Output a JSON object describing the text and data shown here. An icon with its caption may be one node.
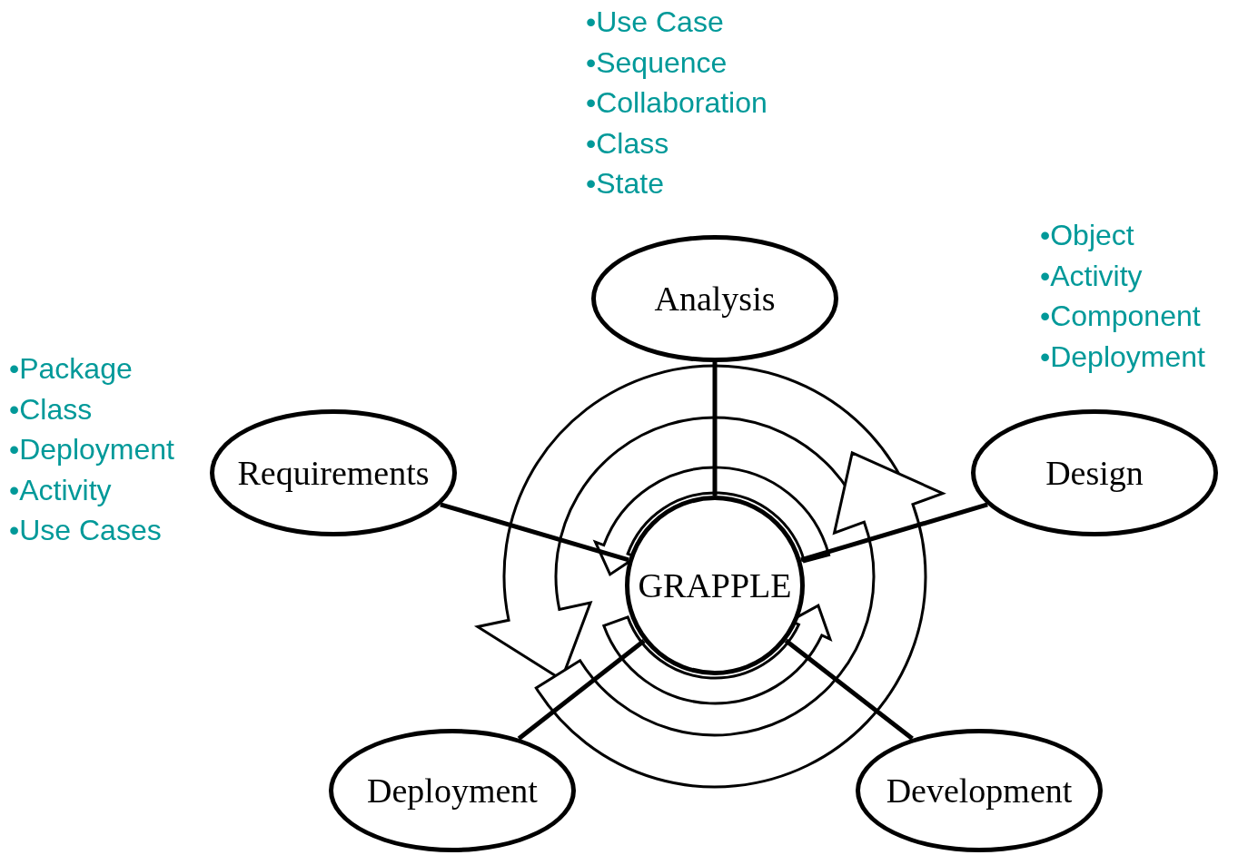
{
  "diagram": {
    "nodes": [
      {
        "text": [
          "Analysis"
        ],
        "beside": [
          "•Use Case",
          "•Sequence",
          "•Collaboration",
          "•Class",
          "•State"
        ]
      },
      {
        "text": [
          "Requirements"
        ],
        "beside": [
          "•Package",
          "•Class",
          "•Deployment",
          "•Activity",
          "•Use Cases"
        ]
      },
      {
        "text": [
          "Design"
        ],
        "beside": [
          "•Object",
          "•Activity",
          "•Component",
          "•Deployment"
        ]
      },
      {
        "text": [
          "GRAPPLE"
        ]
      },
      {
        "text": [
          "Deployment"
        ]
      },
      {
        "text": [
          "Development"
        ]
      }
    ],
    "edges": [
      {
        "from": 3,
        "to": 0,
        "arrow": "none"
      },
      {
        "from": 3,
        "to": 1,
        "arrow": "none"
      },
      {
        "from": 3,
        "to": 2,
        "arrow": "none"
      },
      {
        "from": 3,
        "to": 4,
        "arrow": "none"
      },
      {
        "from": 3,
        "to": 5,
        "arrow": "none"
      }
    ]
  }
}
